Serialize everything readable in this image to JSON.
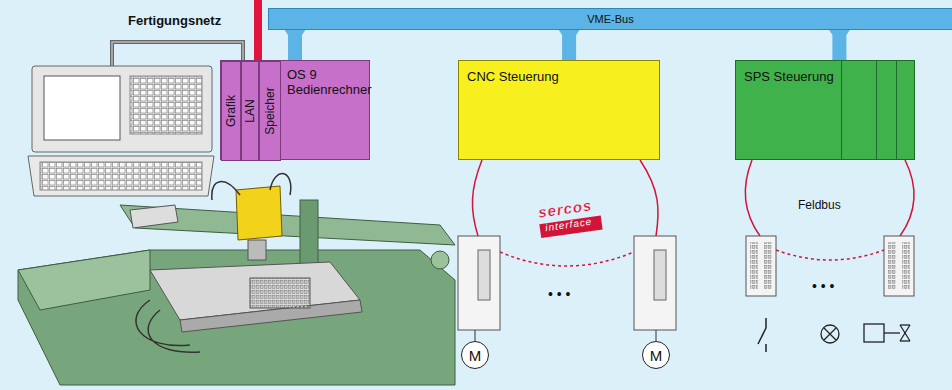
{
  "diagram": {
    "nodes": [
      {
        "text": [
          "VME-Bus"
        ]
      },
      {
        "text": [
          "OS 9 Bedienrechner"
        ]
      },
      {
        "text": [
          "Grafik"
        ],
        "in": 1
      },
      {
        "text": [
          "LAN"
        ],
        "in": 1
      },
      {
        "text": [
          "Speicher"
        ],
        "in": 1
      },
      {
        "text": [
          "CNC Steuerung"
        ]
      },
      {
        "text": [
          "SPS Steuerung"
        ]
      },
      {
        "text": [
          "M"
        ]
      },
      {
        "text": [
          "M"
        ]
      }
    ],
    "edges": [
      {
        "from": 0,
        "to": 1,
        "arrow": "none"
      },
      {
        "from": 0,
        "to": 5,
        "arrow": "none"
      },
      {
        "from": 0,
        "to": 6,
        "arrow": "none"
      }
    ],
    "labels": [
      "Fertigungsnetz",
      "sercos",
      "interface",
      "• • •",
      "• • •",
      "Feldbus"
    ]
  }
}
